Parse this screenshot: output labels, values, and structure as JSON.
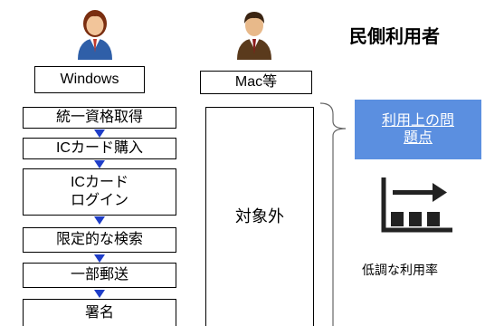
{
  "title": "民側利用者",
  "columns": {
    "windows": {
      "header": "Windows",
      "steps": [
        "統一資格取得",
        "ICカード購入",
        "ICカード\nログイン",
        "限定的な検索",
        "一部郵送",
        "署名"
      ]
    },
    "mac": {
      "header": "Mac等",
      "body": "対象外"
    }
  },
  "issue": {
    "line1": "利用上の問",
    "line2": "題点"
  },
  "low_usage_label": "低調な利用率",
  "icons": [
    "user-female-icon",
    "user-male-icon",
    "bar-chart-arrow-icon"
  ],
  "colors": {
    "arrow": "#1f3ec8",
    "issue_box": "#5b8fe0",
    "icon_dark": "#222222"
  }
}
